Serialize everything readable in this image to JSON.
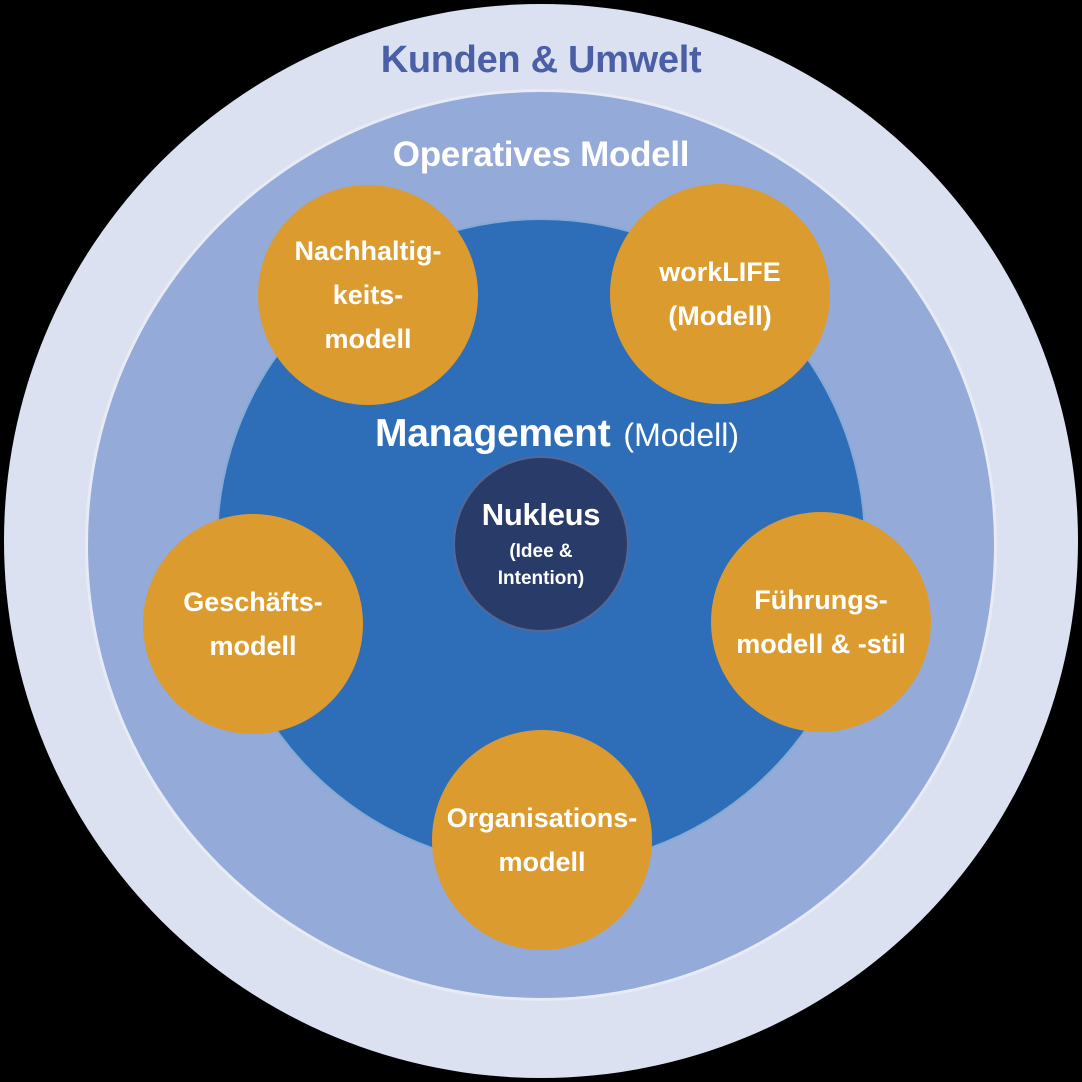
{
  "title_outer": "Kunden & Umwelt",
  "ring_label": "Operatives Modell",
  "management": {
    "title": "Management",
    "suffix": "(Modell)"
  },
  "nucleus": {
    "title": "Nukleus",
    "subtitle_line1": "(Idee &",
    "subtitle_line2": "Intention)"
  },
  "satellites": [
    {
      "line1": "Nachhaltig-",
      "line2": "keits-",
      "line3": "modell"
    },
    {
      "line1": "workLIFE",
      "line2": "(Modell)"
    },
    {
      "line1": "Geschäfts-",
      "line2": "modell"
    },
    {
      "line1": "Führungs-",
      "line2": "modell & -stil"
    },
    {
      "line1": "Organisations-",
      "line2": "modell"
    }
  ],
  "colors": {
    "background": "#000000",
    "outer_circle": "#dce1f1",
    "operatives_ring": "#94aad8",
    "ring_stroke": "#f6f7fa",
    "management_circle": "#2e6db8",
    "nucleus_circle": "#283b69",
    "satellite_circle": "#dc9b2f",
    "outer_title_text": "#4a5fa6",
    "white_text": "#ffffff"
  }
}
